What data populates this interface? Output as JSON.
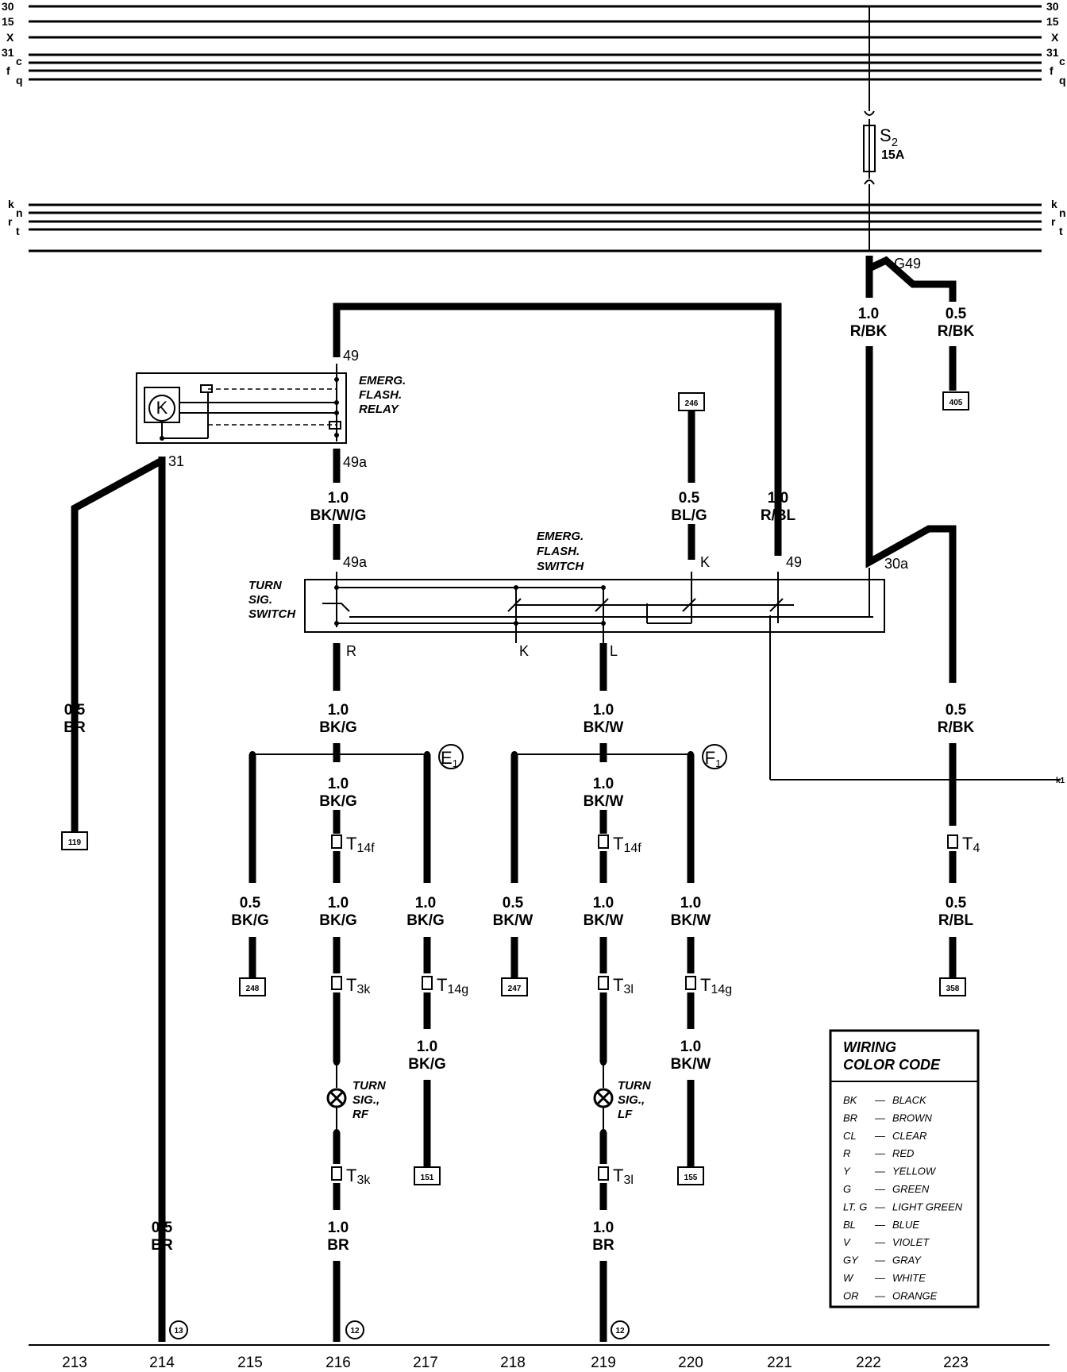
{
  "buses_top": [
    "30",
    "15",
    "X",
    "31",
    "c",
    "f",
    "q"
  ],
  "buses_mid": [
    "k",
    "n",
    "r",
    "t"
  ],
  "fuse": {
    "name": "S",
    "sub": "2",
    "rating": "15A"
  },
  "ground_point": "G49",
  "components": {
    "relay": [
      "EMERG.",
      "FLASH.",
      "RELAY"
    ],
    "relay_symbol": "K",
    "turn_switch": [
      "TURN",
      "SIG.",
      "SWITCH"
    ],
    "emerg_switch": [
      "EMERG.",
      "FLASH.",
      "SWITCH"
    ],
    "bulb_rf": [
      "TURN",
      "SIG.,",
      "RF"
    ],
    "bulb_lf": [
      "TURN",
      "SIG.,",
      "LF"
    ]
  },
  "terminals": {
    "r49": "49",
    "r49a": "49a",
    "r31": "31",
    "s49a": "49a",
    "sK": "K",
    "s49": "49",
    "s30a": "30a",
    "sR": "R",
    "sK2": "K",
    "sL": "L"
  },
  "wires": {
    "w1": [
      "1.0",
      "R/BK"
    ],
    "w2": [
      "0.5",
      "R/BK"
    ],
    "w3": [
      "1.0",
      "BK/W/G"
    ],
    "w4": [
      "0.5",
      "BL/G"
    ],
    "w5": [
      "1.0",
      "R/BL"
    ],
    "w6": [
      "0.5",
      "BR"
    ],
    "w7": [
      "1.0",
      "BK/G"
    ],
    "w8": [
      "1.0",
      "BK/W"
    ],
    "w9": [
      "0.5",
      "R/BK"
    ],
    "w10": [
      "1.0",
      "BK/G"
    ],
    "w11": [
      "1.0",
      "BK/W"
    ],
    "w12": [
      "0.5",
      "BK/G"
    ],
    "w13": [
      "1.0",
      "BK/G"
    ],
    "w14": [
      "1.0",
      "BK/G"
    ],
    "w15": [
      "0.5",
      "BK/W"
    ],
    "w16": [
      "1.0",
      "BK/W"
    ],
    "w17": [
      "1.0",
      "BK/W"
    ],
    "w18": [
      "0.5",
      "R/BL"
    ],
    "w19": [
      "1.0",
      "BK/G"
    ],
    "w20": [
      "1.0",
      "BK/W"
    ],
    "w21": [
      "0.5",
      "BR"
    ],
    "w22": [
      "1.0",
      "BR"
    ],
    "w23": [
      "1.0",
      "BR"
    ]
  },
  "refs": {
    "r246": "246",
    "r405": "405",
    "r119": "119",
    "r248": "248",
    "r247": "247",
    "r358": "358",
    "r151": "151",
    "r155": "155"
  },
  "connectors": {
    "c1": {
      "name": "T",
      "sub": "14f"
    },
    "c2": {
      "name": "T",
      "sub": "14f"
    },
    "c3": {
      "name": "T",
      "sub": "4"
    },
    "c4": {
      "name": "T",
      "sub": "3k"
    },
    "c5": {
      "name": "T",
      "sub": "14g"
    },
    "c6": {
      "name": "T",
      "sub": "3l"
    },
    "c7": {
      "name": "T",
      "sub": "14g"
    },
    "c8": {
      "name": "T",
      "sub": "3k"
    },
    "c9": {
      "name": "T",
      "sub": "3l"
    }
  },
  "splices": {
    "e1": {
      "name": "E",
      "sub": "1"
    },
    "f1": {
      "name": "F",
      "sub": "1"
    }
  },
  "grounds": {
    "g214": "13",
    "g216": "12",
    "g219": "12"
  },
  "side_label": "k1",
  "legend": {
    "title": [
      "WIRING",
      "COLOR CODE"
    ],
    "entries": [
      {
        "code": "BK",
        "name": "BLACK"
      },
      {
        "code": "BR",
        "name": "BROWN"
      },
      {
        "code": "CL",
        "name": "CLEAR"
      },
      {
        "code": "R",
        "name": "RED"
      },
      {
        "code": "Y",
        "name": "YELLOW"
      },
      {
        "code": "G",
        "name": "GREEN"
      },
      {
        "code": "LT. G",
        "name": "LIGHT GREEN"
      },
      {
        "code": "BL",
        "name": "BLUE"
      },
      {
        "code": "V",
        "name": "VIOLET"
      },
      {
        "code": "GY",
        "name": "GRAY"
      },
      {
        "code": "W",
        "name": "WHITE"
      },
      {
        "code": "OR",
        "name": "ORANGE"
      }
    ]
  },
  "footer_numbers": [
    "213",
    "214",
    "215",
    "216",
    "217",
    "218",
    "219",
    "220",
    "221",
    "222",
    "223"
  ]
}
